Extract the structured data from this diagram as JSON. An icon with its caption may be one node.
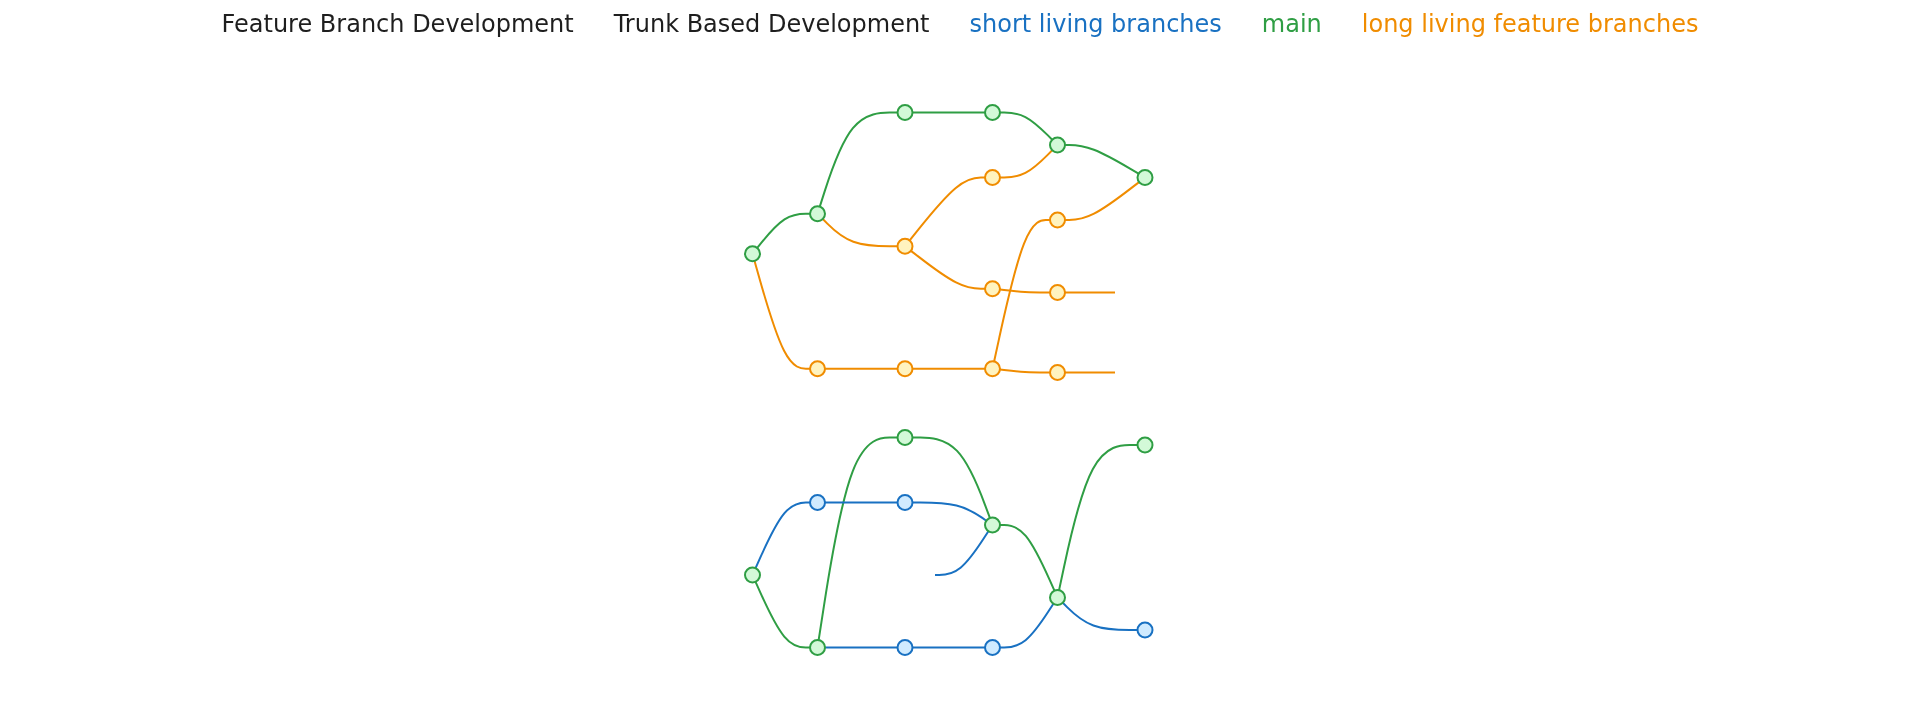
{
  "diagram": {
    "nodes": [
      {
        "text": [],
        "shape": "circle"
      },
      {
        "text": [],
        "shape": "circle"
      },
      {
        "text": [],
        "shape": "circle"
      },
      {
        "text": [],
        "shape": "circle"
      },
      {
        "text": [],
        "shape": "circle"
      },
      {
        "text": [],
        "shape": "circle"
      },
      {
        "text": [],
        "shape": "circle"
      },
      {
        "text": [],
        "shape": "circle"
      },
      {
        "text": [],
        "shape": "circle"
      },
      {
        "text": [],
        "shape": "circle"
      },
      {
        "text": [],
        "shape": "circle"
      },
      {
        "text": [],
        "shape": "circle"
      },
      {
        "text": [],
        "shape": "circle"
      },
      {
        "text": [],
        "shape": "circle"
      },
      {
        "text": [],
        "shape": "circle"
      },
      {
        "text": [],
        "shape": "circle"
      },
      {
        "text": [],
        "shape": "circle"
      },
      {
        "text": [],
        "shape": "circle"
      },
      {
        "text": [],
        "shape": "circle"
      },
      {
        "text": [],
        "shape": "circle"
      },
      {
        "text": [],
        "shape": "circle"
      },
      {
        "text": [],
        "shape": "circle"
      },
      {
        "text": [],
        "shape": "circle"
      },
      {
        "text": [],
        "shape": "circle"
      },
      {
        "text": [],
        "shape": "circle"
      },
      {
        "text": [],
        "shape": "circle"
      }
    ],
    "edges": [
      {
        "from": 0,
        "to": 1,
        "arrow": "none",
        "color": "#2f9e44"
      },
      {
        "from": 1,
        "to": 2,
        "arrow": "none",
        "color": "#2f9e44"
      },
      {
        "from": 2,
        "to": 3,
        "arrow": "none",
        "color": "#2f9e44"
      },
      {
        "from": 3,
        "to": 4,
        "arrow": "none",
        "color": "#2f9e44"
      },
      {
        "from": 4,
        "to": 5,
        "arrow": "none",
        "color": "#2f9e44"
      },
      {
        "from": 1,
        "to": 8,
        "arrow": "none"
      },
      {
        "from": 8,
        "to": 6,
        "arrow": "none"
      },
      {
        "from": 6,
        "to": 7,
        "arrow": "none"
      },
      {
        "from": 7,
        "to": null,
        "arrow": "none"
      },
      {
        "from": 8,
        "to": 9,
        "arrow": "none"
      },
      {
        "from": 9,
        "to": 4,
        "arrow": "none"
      },
      {
        "from": 0,
        "to": 10,
        "arrow": "none"
      },
      {
        "from": 10,
        "to": 11,
        "arrow": "none"
      },
      {
        "from": 11,
        "to": 12,
        "arrow": "none"
      },
      {
        "from": 12,
        "to": 13,
        "arrow": "none"
      },
      {
        "from": 13,
        "to": 5,
        "arrow": "none"
      },
      {
        "from": 12,
        "to": 14,
        "arrow": "none"
      },
      {
        "from": 14,
        "to": null,
        "arrow": "none"
      },
      {
        "from": 18,
        "to": 19,
        "arrow": "none",
        "color": "#2f9e44"
      },
      {
        "from": 19,
        "to": 20,
        "arrow": "none",
        "color": "#2f9e44"
      },
      {
        "from": 20,
        "to": 21,
        "arrow": "none",
        "color": "#2f9e44"
      },
      {
        "from": 21,
        "to": 22,
        "arrow": "none",
        "color": "#2f9e44"
      },
      {
        "from": 22,
        "to": 23,
        "arrow": "none",
        "color": "#2f9e44"
      },
      {
        "from": 18,
        "to": 15,
        "arrow": "none",
        "color": "#1971c2"
      },
      {
        "from": 15,
        "to": 16,
        "arrow": "none",
        "color": "#1971c2"
      },
      {
        "from": 16,
        "to": 21,
        "arrow": "none",
        "color": "#1971c2"
      },
      {
        "from": 19,
        "to": 24,
        "arrow": "none",
        "color": "#1971c2"
      },
      {
        "from": 24,
        "to": 25,
        "arrow": "none",
        "color": "#1971c2"
      },
      {
        "from": 25,
        "to": 22,
        "arrow": "none",
        "color": "#1971c2"
      },
      {
        "from": 22,
        "to": 17,
        "arrow": "none",
        "color": "#1971c2"
      },
      {
        "from": null,
        "to": 21,
        "arrow": "none",
        "color": "#1971c2"
      }
    ],
    "labels": [
      "Feature Branch Development",
      "Trunk Based Development",
      "short living branches",
      "main",
      "long living feature branches"
    ]
  }
}
